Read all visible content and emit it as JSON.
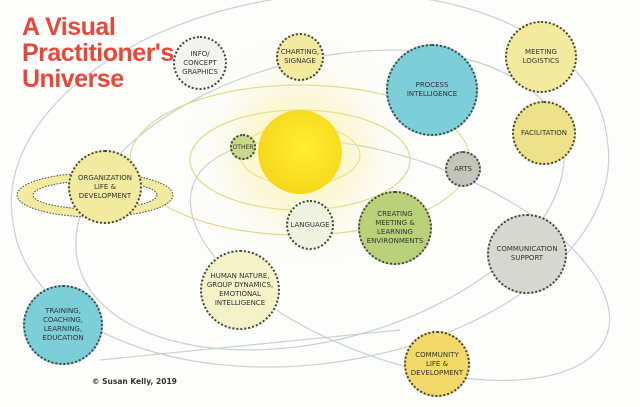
{
  "title": [
    "A Visual",
    "Practitioner's",
    "Universe"
  ],
  "planets": {
    "info": "Info/ Concept Graphics",
    "charting": "Charting, Signage",
    "process": "Process Intelligence",
    "meeting": "Meeting Logistics",
    "facilitation": "Facilitation",
    "other": "Other",
    "arts": "Arts",
    "organization": "Organization Life & Development",
    "language": "Language",
    "creating": "Creating Meeting & Learning Environments",
    "communication": "Communication Support",
    "human": "Human Nature, Group Dynamics, Emotional Intelligence",
    "training": "Training, Coaching, Learning, Education",
    "community": "Community Life & Development"
  },
  "copyright": "© Susan Kelly, 2019",
  "colors": {
    "title": "#e8473a",
    "blue": "#7ccfd8",
    "yellow": "#f2ea9e",
    "green": "#b9d27a",
    "gray": "#cfd0c8"
  }
}
